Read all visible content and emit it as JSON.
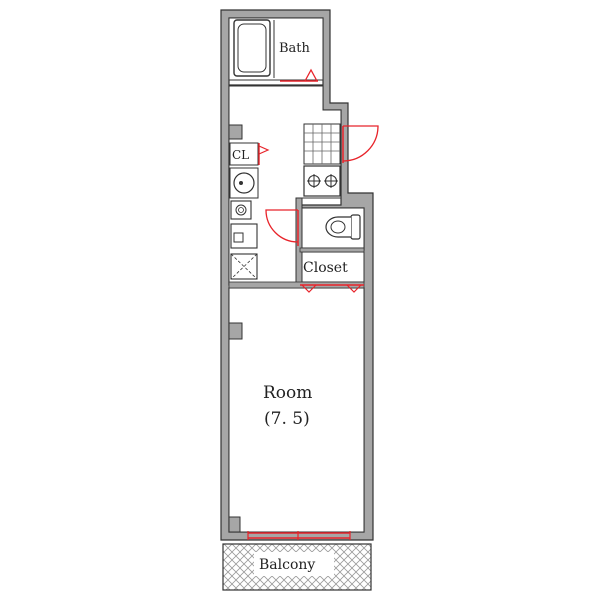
{
  "rooms": {
    "bath": "Bath",
    "cl": "CL",
    "closet": "Closet",
    "room": "Room",
    "room_size": "(7. 5)",
    "balcony": "Balcony"
  },
  "colors": {
    "wall": "#a6a6a6",
    "wall_outline": "#333333",
    "door": "#e8232a",
    "fixture": "#444444",
    "hatch": "#9a9a9a"
  }
}
